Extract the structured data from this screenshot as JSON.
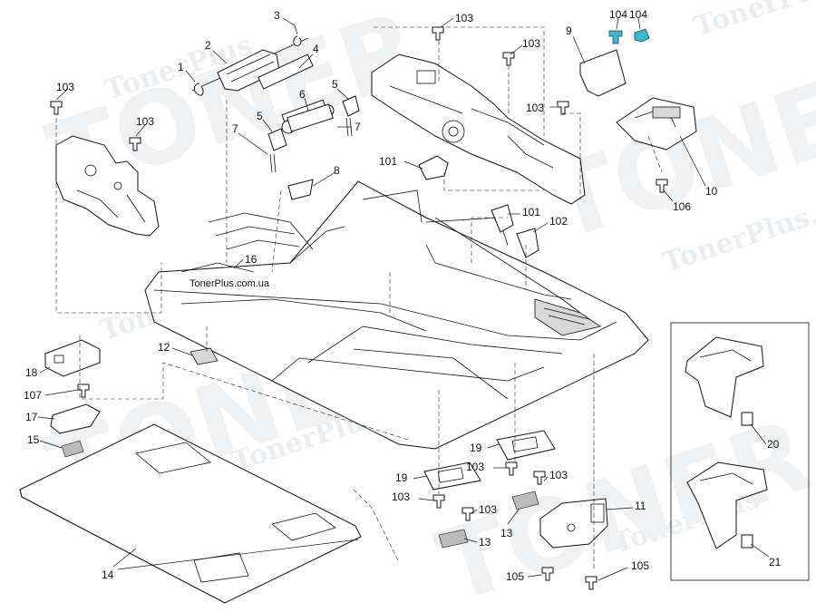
{
  "watermark": {
    "small": "TonerPlus",
    "domain": "TonerPlus.com.ua",
    "big": "TONER"
  },
  "site_tag": "TonerPlus.com.ua",
  "callouts": {
    "c1": "1",
    "c2": "2",
    "c3": "3",
    "c4": "4",
    "c5a": "5",
    "c5b": "5",
    "c6": "6",
    "c7a": "7",
    "c7b": "7",
    "c8": "8",
    "c9": "9",
    "c10": "10",
    "c11": "11",
    "c12": "12",
    "c13a": "13",
    "c13b": "13",
    "c14": "14",
    "c15": "15",
    "c16": "16",
    "c17": "17",
    "c18": "18",
    "c19a": "19",
    "c19b": "19",
    "c20": "20",
    "c21": "21",
    "c101a": "101",
    "c101b": "101",
    "c102": "102",
    "c103a": "103",
    "c103b": "103",
    "c103c": "103",
    "c103d": "103",
    "c103e": "103",
    "c103f": "103",
    "c103g": "103",
    "c103h": "103",
    "c103i": "103",
    "c104a": "104",
    "c104b": "104",
    "c105a": "105",
    "c105b": "105",
    "c106": "106",
    "c107": "107"
  },
  "colors": {
    "highlight": "#3fb6cf",
    "line": "#111111",
    "watermark": "#e9ecef"
  }
}
